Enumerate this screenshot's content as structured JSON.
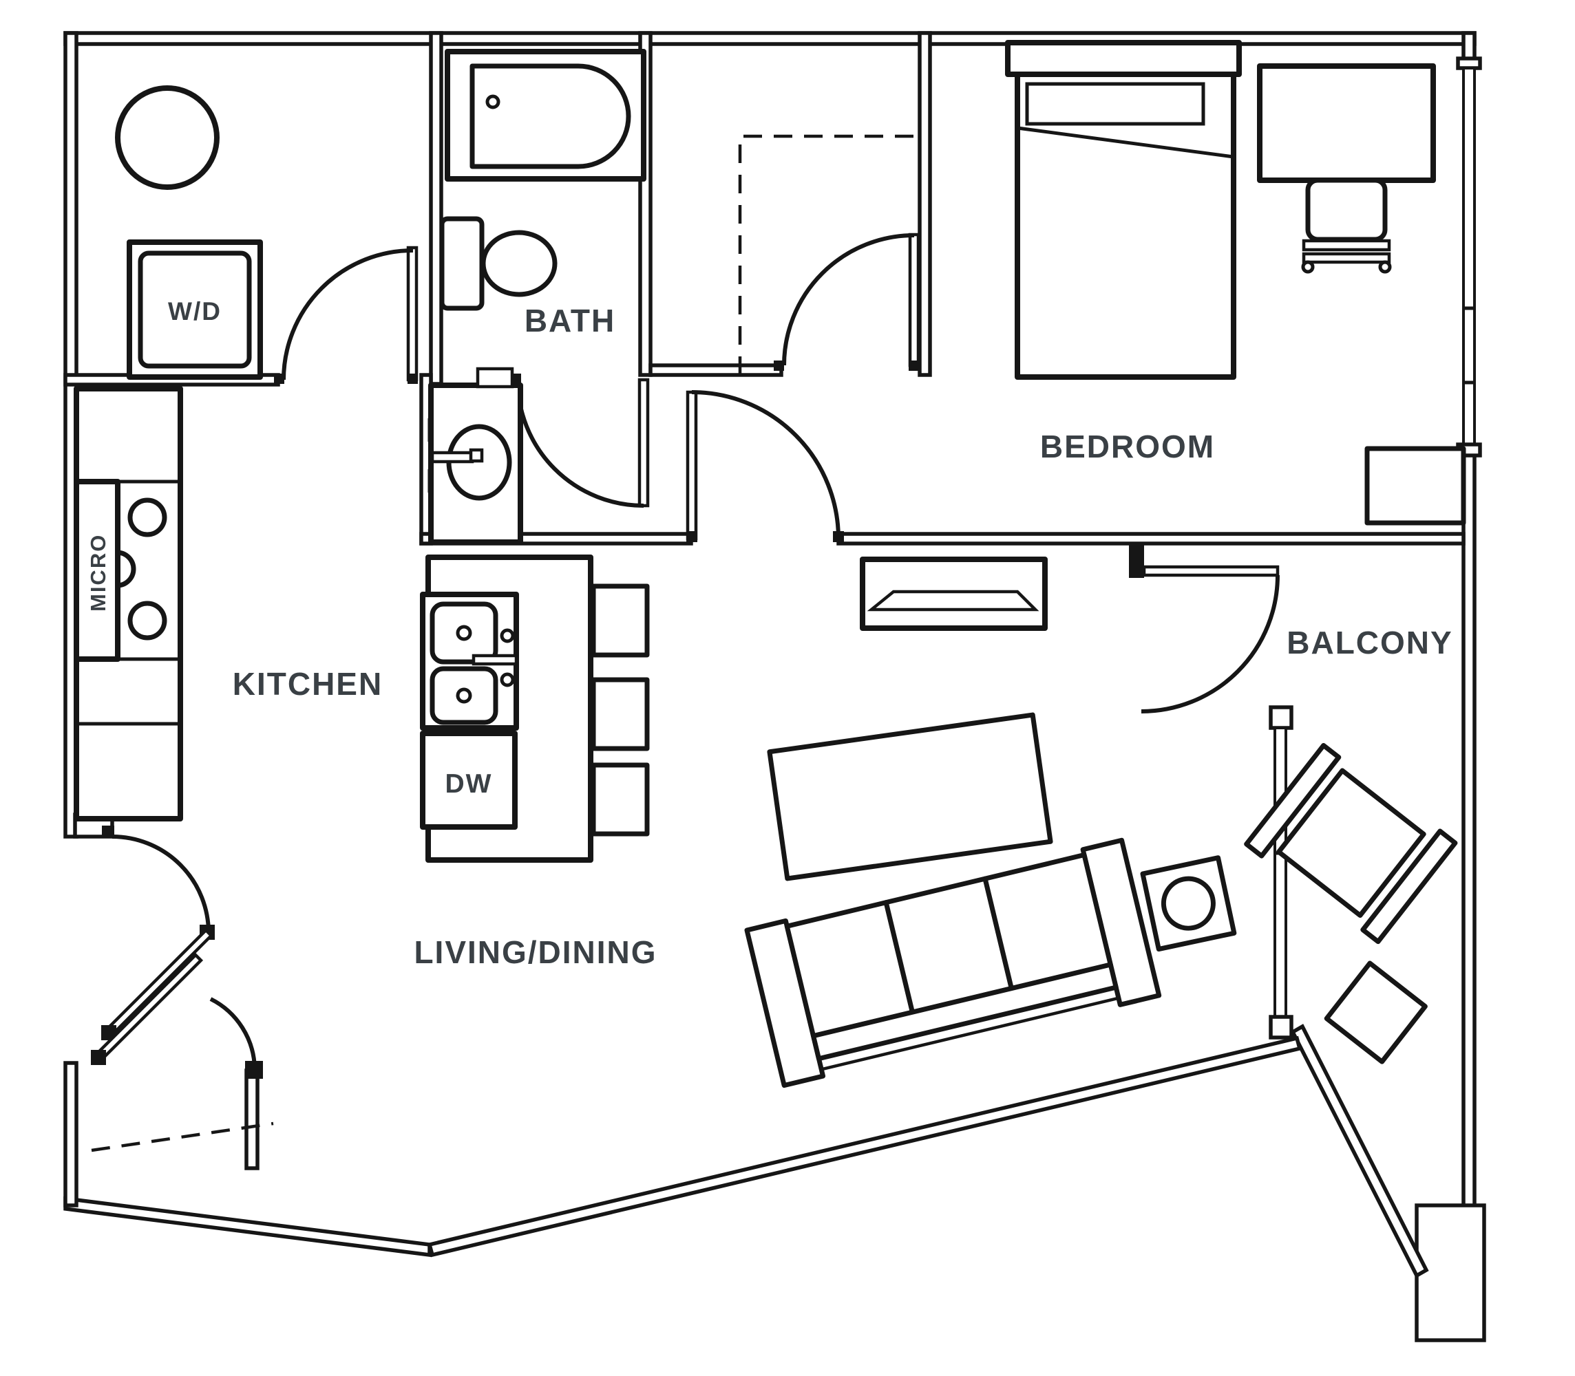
{
  "document": {
    "type": "architectural floor plan",
    "description": "One-bedroom apartment floor plan with kitchen, bath, bedroom, living/dining area and balcony"
  },
  "colors": {
    "background": "#ffffff",
    "line": "#161616",
    "label": "#3a4045"
  },
  "rooms": {
    "kitchen": {
      "label": "KITCHEN"
    },
    "bath": {
      "label": "BATH"
    },
    "bedroom": {
      "label": "BEDROOM"
    },
    "balcony": {
      "label": "BALCONY"
    },
    "living_dining": {
      "label": "LIVING/DINING"
    }
  },
  "appliances": {
    "washer_dryer": {
      "label": "W/D"
    },
    "microwave": {
      "label": "MICRO"
    },
    "dishwasher": {
      "label": "DW"
    }
  },
  "fixtures": {
    "names": [
      "bathtub",
      "toilet",
      "vanity-sink",
      "water-heater",
      "washer-dryer-unit",
      "range-burners",
      "kitchen-island",
      "island-double-sink",
      "dishwasher",
      "bar-stools",
      "bed",
      "desk",
      "desk-chair",
      "bedroom-bench",
      "tv-console",
      "dining-table",
      "sofa",
      "side-table-lamp",
      "balcony-lounge-chair",
      "balcony-table",
      "entry-door",
      "laundry-door",
      "bath-door",
      "closet-door",
      "bedroom-door",
      "balcony-door",
      "bedroom-window",
      "balcony-window",
      "walk-in-closet-outline",
      "entry-closet-outline"
    ]
  }
}
